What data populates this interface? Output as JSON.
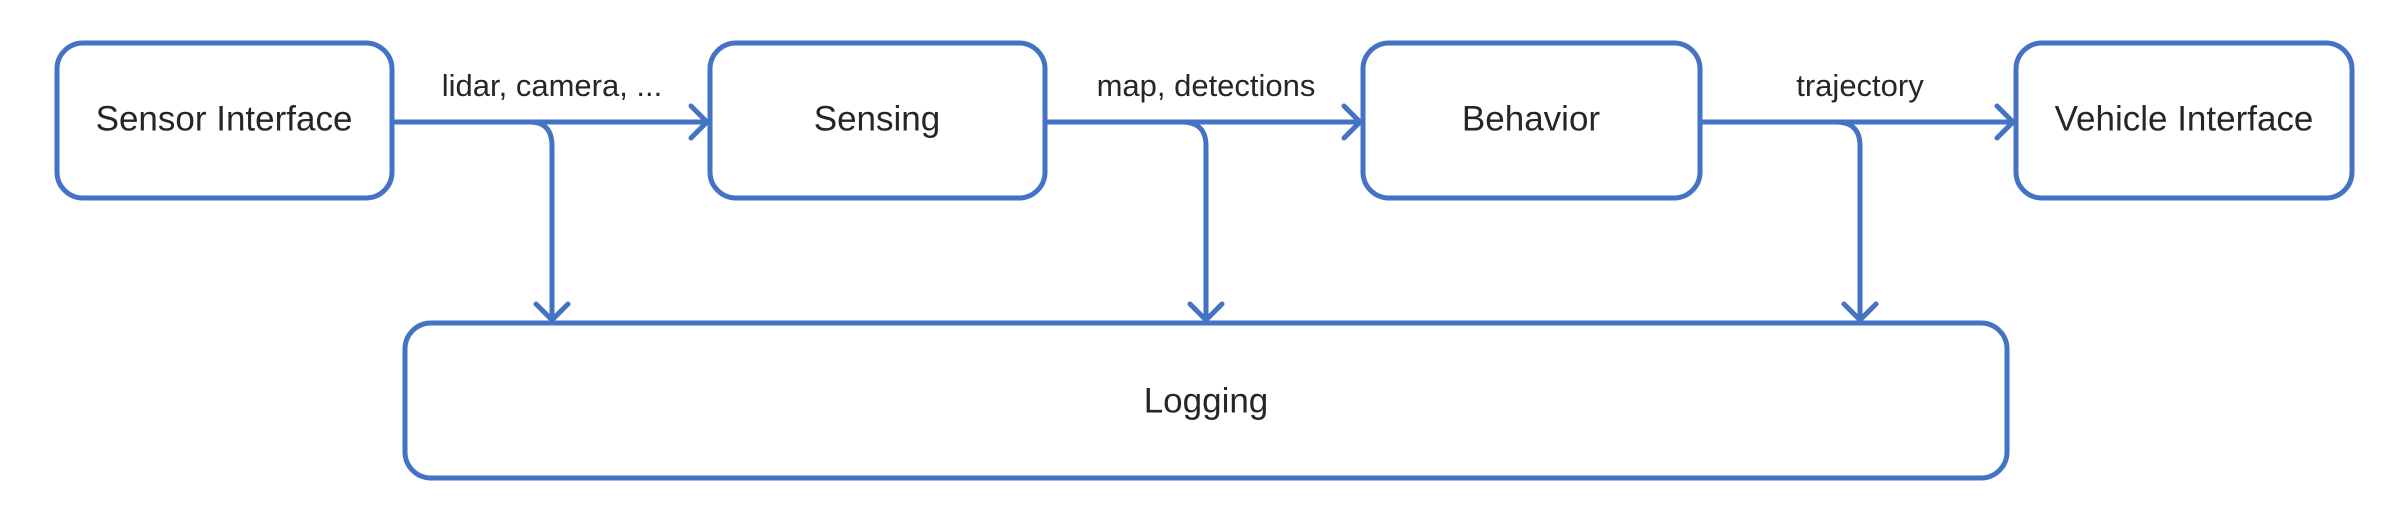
{
  "diagram": {
    "nodes": {
      "sensor_interface": "Sensor Interface",
      "sensing": "Sensing",
      "behavior": "Behavior",
      "vehicle_interface": "Vehicle Interface",
      "logging": "Logging"
    },
    "edges": {
      "sensor_to_sensing": "lidar, camera, ...",
      "sensing_to_behavior": "map, detections",
      "behavior_to_vehicle": "trajectory"
    },
    "colors": {
      "stroke": "#4472c4",
      "text": "#262626",
      "background": "#ffffff"
    }
  }
}
